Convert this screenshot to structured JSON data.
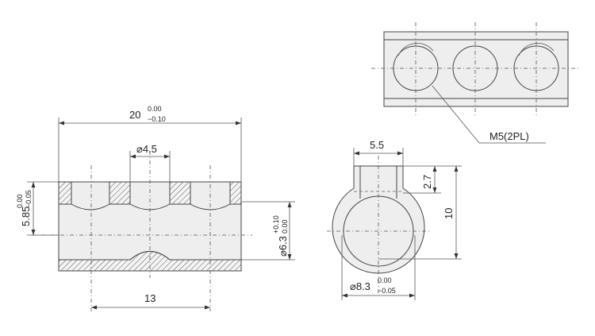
{
  "front_view": {
    "length": "20",
    "length_tol_upper": "0.00",
    "length_tol_lower": "−0.10",
    "hole_diameter": "⌀4.5",
    "depth": "5.85",
    "depth_tol_upper": "0.00",
    "depth_tol_lower": "−0.05",
    "bore": "⌀6.3",
    "bore_tol_upper": "+0.10",
    "bore_tol_lower": "0.00",
    "pitch": "13"
  },
  "side_view": {
    "slot_width": "5.5",
    "slot_depth": "2.7",
    "height": "10",
    "diameter": "⌀8.3",
    "diameter_tol_upper": "0.00",
    "diameter_tol_lower": "−0.05"
  },
  "top_view": {
    "thread_callout": "M5(2PL)"
  }
}
